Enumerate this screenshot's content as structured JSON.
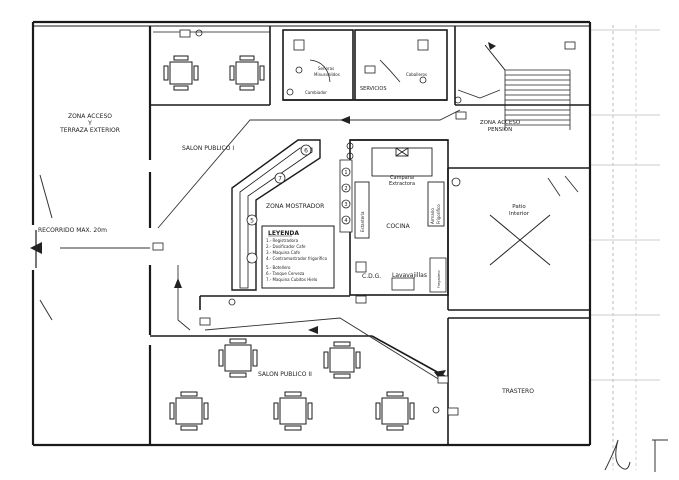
{
  "rooms": {
    "zona_acceso_1": "ZONA ACCESO",
    "zona_acceso_2": "Y",
    "zona_acceso_3": "TERRAZA EXTERIOR",
    "salon_1": "SALON PUBLICO I",
    "servicios": "SERVICIOS",
    "senoras_1": "Señoras",
    "senoras_2": "Minusvalidos",
    "caballeros": "Caballeros",
    "cambiador": "Cambiador",
    "zona_pension_1": "ZONA ACCESO",
    "zona_pension_2": "PENSION",
    "zona_mostrador": "ZONA MOSTRADOR",
    "campana_1": "Campana",
    "campana_2": "Extractora",
    "estanteria": "Estanteria",
    "cocina": "COCINA",
    "armario_1": "Armario",
    "armario_2": "Frigorifico",
    "patio_1": "Patio",
    "patio_2": "Interior",
    "cdg": "C.D.G.",
    "lavavajillas": "Lavavajillas",
    "fregadero": "Fregadero",
    "recorrido": "RECORRIDO MAX. 20m",
    "salon_2": "SALON PUBLICO II",
    "trastero": "TRASTERO"
  },
  "legend": {
    "title": "LEYENDA",
    "items": [
      "1.- Registradora",
      "2.- Dosificador Cafe",
      "3.- Maquina Cafe",
      "4.- Contramostrador frigorifico",
      "5.- Botellero",
      "6.- Tanque Cerveza",
      "7.- Maquina Cubitos Hielo"
    ]
  },
  "counter_numbers": [
    "1",
    "2",
    "3",
    "4",
    "5",
    "6",
    "7"
  ]
}
